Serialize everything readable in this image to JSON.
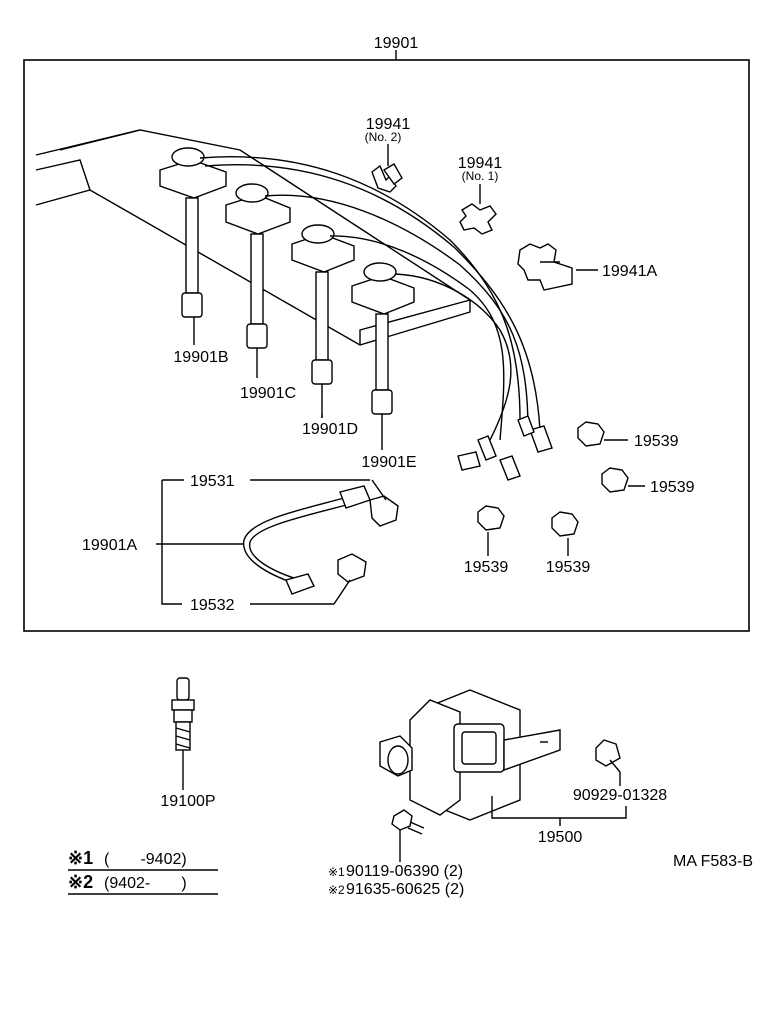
{
  "labels": {
    "assembly": "19901",
    "clamp_no2": "19941",
    "clamp_no2_sub": "(No. 2)",
    "clamp_no1": "19941",
    "clamp_no1_sub": "(No. 1)",
    "clamp_a": "19941A",
    "cord_b": "19901B",
    "cord_c": "19901C",
    "cord_d": "19901D",
    "cord_e": "19901E",
    "cord_a": "19901A",
    "boot_1": "19531",
    "boot_2": "19532",
    "holder_1": "19539",
    "holder_2": "19539",
    "holder_3": "19539",
    "holder_4": "19539",
    "spark_plug": "19100P",
    "coil": "19500",
    "coil_clamp": "90929-01328",
    "bolt_1": "90119-06390 (2)",
    "bolt_2": "91635-60625 (2)",
    "bolt_1_mark": "※1",
    "bolt_2_mark": "※2",
    "figure_code": "MA F583-B"
  },
  "legend": {
    "row1_mark": "※1",
    "row1_range": "(       -9402)",
    "row2_mark": "※2",
    "row2_range": "(9402-       )"
  }
}
